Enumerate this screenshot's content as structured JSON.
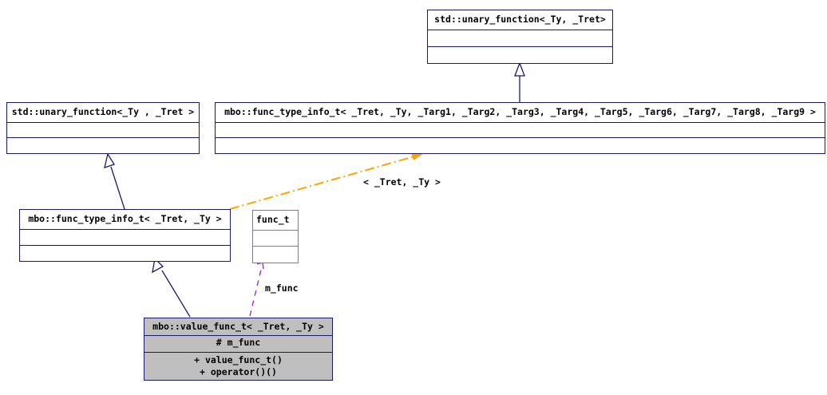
{
  "diagram": {
    "type": "uml-class-inheritance-collaboration",
    "background": "#ffffff",
    "colors": {
      "inheritance_edge": "#191970",
      "template_binding_edge": "#ffa500",
      "usage_edge": "#9a32cd",
      "box_border": "#191970",
      "box_border_secondary": "#808080",
      "highlight_fill": "#bfbfbf"
    },
    "classes": {
      "std_unary_function_top": {
        "title": "std::unary_function<_Ty, _Tret>",
        "attributes": "",
        "operations": ""
      },
      "std_unary_function_left": {
        "title": "std::unary_function<_Ty , _Tret >",
        "attributes": "",
        "operations": ""
      },
      "func_type_info_t_full": {
        "title": "mbo::func_type_info_t< _Tret, _Ty, _Targ1, _Targ2, _Targ3, _Targ4, _Targ5, _Targ6, _Targ7, _Targ8, _Targ9 >",
        "attributes": "",
        "operations": ""
      },
      "func_type_info_t_short": {
        "title": "mbo::func_type_info_t< _Tret, _Ty >",
        "attributes": "",
        "operations": ""
      },
      "func_t": {
        "title": "func_t",
        "attributes": "",
        "operations": ""
      },
      "value_func_t": {
        "title": "mbo::value_func_t< _Tret, _Ty >",
        "attributes": "# m_func",
        "operations_line1": "+ value_func_t()",
        "operations_line2": "+ operator()()"
      }
    },
    "edge_labels": {
      "template_binding": "< _Tret, _Ty >",
      "usage_member": "m_func"
    }
  }
}
